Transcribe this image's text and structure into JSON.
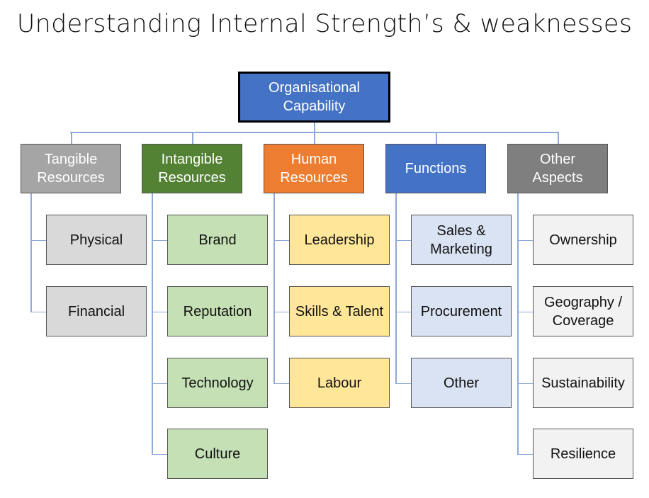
{
  "title": "Understanding Internal Strength’s & weaknesses",
  "root": {
    "label": "Organisational\nCapability",
    "color": "#4472c4"
  },
  "line_color": "#8fa9d8",
  "categories": [
    {
      "label": "Tangible\nResources",
      "color": "#a5a5a5",
      "child_color": "#d9d9d9",
      "children": [
        "Physical",
        "Financial"
      ]
    },
    {
      "label": "Intangible\nResources",
      "color": "#548235",
      "child_color": "#c5e0b4",
      "children": [
        "Brand",
        "Reputation",
        "Technology",
        "Culture"
      ]
    },
    {
      "label": "Human\nResources",
      "color": "#ed7d31",
      "child_color": "#ffe699",
      "children": [
        "Leadership",
        "Skills & Talent",
        "Labour"
      ]
    },
    {
      "label": "Functions",
      "color": "#4472c4",
      "child_color": "#dae3f3",
      "children": [
        "Sales &\nMarketing",
        "Procurement",
        "Other"
      ]
    },
    {
      "label": "Other\nAspects",
      "color": "#7f7f7f",
      "child_color": "#f2f2f2",
      "children": [
        "Ownership",
        "Geography /\nCoverage",
        "Sustainability",
        "Resilience"
      ]
    }
  ]
}
